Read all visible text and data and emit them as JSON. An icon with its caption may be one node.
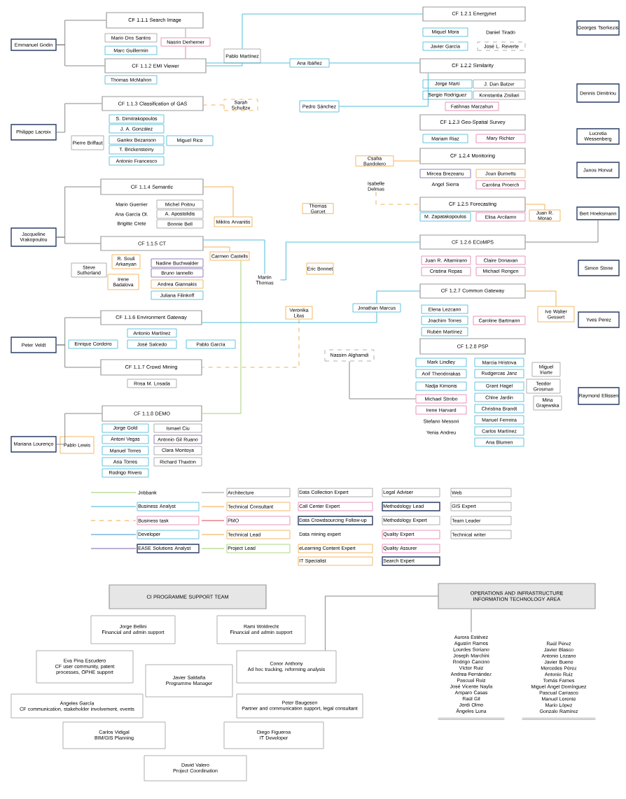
{
  "diagram": {
    "nodes": [
      {
        "text": [
          "Emmanuel Godin"
        ]
      },
      {
        "text": [
          "Philippe Lacroix"
        ]
      },
      {
        "text": [
          "Jacqueline Vrakopoulou"
        ]
      },
      {
        "text": [
          "Peter Veldt"
        ]
      },
      {
        "text": [
          "Mariana Lourenço"
        ]
      },
      {
        "text": [
          "Georges Tserkezis"
        ]
      },
      {
        "text": [
          "Dennis Dimitriou"
        ]
      },
      {
        "text": [
          "Lucretia Wessenberg"
        ]
      },
      {
        "text": [
          "Janos Horvat"
        ]
      },
      {
        "text": [
          "Bert Hoeksmann"
        ]
      },
      {
        "text": [
          "Simon Stone"
        ]
      },
      {
        "text": [
          "Yves Perez"
        ]
      },
      {
        "text": [
          "Raymond Ellissen"
        ]
      },
      {
        "text": [
          "CF 1.1.1 Search Image"
        ]
      },
      {
        "text": [
          "Mario Dos Santos"
        ]
      },
      {
        "text": [
          "Marc Guillermin"
        ]
      },
      {
        "text": [
          "Nasrin Derhemer"
        ]
      },
      {
        "text": [
          "CF 1.1.2 EMI Viewer"
        ]
      },
      {
        "text": [
          "Thomas McMahon"
        ]
      },
      {
        "text": [
          "CF 1.1.3 Classification of GAS"
        ]
      },
      {
        "text": [
          "S. Dimitrakopoulos"
        ]
      },
      {
        "text": [
          "J. A. González"
        ]
      },
      {
        "text": [
          "Ganlex Bezanson"
        ]
      },
      {
        "text": [
          "T. Brickensteiny"
        ]
      },
      {
        "text": [
          "Antonio Francesco"
        ]
      },
      {
        "text": [
          "Miguel Rico"
        ]
      },
      {
        "text": [
          "Pierre Briffaut"
        ]
      },
      {
        "text": [
          "CF 1.1.4 Semantic"
        ]
      },
      {
        "text": [
          "Mario Guerrier"
        ]
      },
      {
        "text": [
          "Michel Poitou"
        ]
      },
      {
        "text": [
          "Ana García Ol."
        ]
      },
      {
        "text": [
          "A. Apostolidis"
        ]
      },
      {
        "text": [
          "Brigitte Crete"
        ]
      },
      {
        "text": [
          "Bonnie Bell"
        ]
      },
      {
        "text": [
          "CF 1.1.5 CT"
        ]
      },
      {
        "text": [
          "R. Souli Arkanyan"
        ]
      },
      {
        "text": [
          "Steve Sutherland"
        ]
      },
      {
        "text": [
          "Irene Badalova"
        ]
      },
      {
        "text": [
          "Nadine Buchwalder"
        ]
      },
      {
        "text": [
          "Bruno Iannello"
        ]
      },
      {
        "text": [
          "Andrea Giannakis"
        ]
      },
      {
        "text": [
          "Juliana Filinkoff"
        ]
      },
      {
        "text": [
          "CF 1.1.6 Environment Gateway"
        ]
      },
      {
        "text": [
          "Antonio Martínez"
        ]
      },
      {
        "text": [
          "Enrique Cordeiro"
        ]
      },
      {
        "text": [
          "José Salcedo"
        ]
      },
      {
        "text": [
          "Pablo García"
        ]
      },
      {
        "text": [
          "CF 1.1.7 Crowd Mining"
        ]
      },
      {
        "text": [
          "Rosa M. Losada"
        ]
      },
      {
        "text": [
          "CF 1.1.8 DEMO"
        ]
      },
      {
        "text": [
          "Jorge Gold"
        ]
      },
      {
        "text": [
          "Antoni Vegas"
        ]
      },
      {
        "text": [
          "Manuel Torres"
        ]
      },
      {
        "text": [
          "Ana Torres"
        ]
      },
      {
        "text": [
          "Rodrigo Rivero"
        ]
      },
      {
        "text": [
          "Ismael Ciu"
        ]
      },
      {
        "text": [
          "Antonio Gil Ruano"
        ]
      },
      {
        "text": [
          "Clara Montoya"
        ]
      },
      {
        "text": [
          "Richard Thaxton"
        ]
      },
      {
        "text": [
          "Pablo Lewis"
        ]
      },
      {
        "text": [
          "Pablo Martínez"
        ]
      },
      {
        "text": [
          "Ana Ibáñez"
        ]
      },
      {
        "text": [
          "Sarah Schultze"
        ]
      },
      {
        "text": [
          "Pedro Sánchez"
        ]
      },
      {
        "text": [
          "Miklos Arvanitis"
        ]
      },
      {
        "text": [
          "Thomas Garcet"
        ]
      },
      {
        "text": [
          "Csaba Bandolero"
        ]
      },
      {
        "text": [
          "Isabelle Delmas"
        ]
      },
      {
        "text": [
          "Carmen Castells"
        ]
      },
      {
        "text": [
          "Martin Thomas"
        ]
      },
      {
        "text": [
          "Eric Bonnet"
        ]
      },
      {
        "text": [
          "Veronika Litas"
        ]
      },
      {
        "text": [
          "Jonathan Marcus"
        ]
      },
      {
        "text": [
          "Nassim Alghamdi"
        ]
      },
      {
        "text": [
          "CF 1.2.1 Energynet"
        ]
      },
      {
        "text": [
          "Miquel Mora"
        ]
      },
      {
        "text": [
          "Daniel Tirado"
        ]
      },
      {
        "text": [
          "Javier García"
        ]
      },
      {
        "text": [
          "José L. Reverte"
        ]
      },
      {
        "text": [
          "CF 1.2.2 Similarity"
        ]
      },
      {
        "text": [
          "Jorge Martí"
        ]
      },
      {
        "text": [
          "J. Dan Batzer"
        ]
      },
      {
        "text": [
          "Sergio Rodríguez"
        ]
      },
      {
        "text": [
          "Konstantia Zisiliari"
        ]
      },
      {
        "text": [
          "Fatihnas Marzahun"
        ]
      },
      {
        "text": [
          "CF 1.2.3 Geo-Spatial Survey"
        ]
      },
      {
        "text": [
          "Mariam Riaz"
        ]
      },
      {
        "text": [
          "Mary Richter"
        ]
      },
      {
        "text": [
          "CF 1.2.4 Monitoring"
        ]
      },
      {
        "text": [
          "Mircea Brezeanu"
        ]
      },
      {
        "text": [
          "Joan Burnetts"
        ]
      },
      {
        "text": [
          "Angel Sierra"
        ]
      },
      {
        "text": [
          "Carolina Proerch"
        ]
      },
      {
        "text": [
          "CF 1.2.5 Forecasting"
        ]
      },
      {
        "text": [
          "M. Zapatakopoulos"
        ]
      },
      {
        "text": [
          "Elisa Arcilamo"
        ]
      },
      {
        "text": [
          "Juan R. Morao"
        ]
      },
      {
        "text": [
          "CF 1.2.6 ECoMPS"
        ]
      },
      {
        "text": [
          "Juan R. Altamirano"
        ]
      },
      {
        "text": [
          "Claire Donavan"
        ]
      },
      {
        "text": [
          "Cristina Repas"
        ]
      },
      {
        "text": [
          "Michael Rengen"
        ]
      },
      {
        "text": [
          "CF 1.2.7 Common Gateway"
        ]
      },
      {
        "text": [
          "Elena Lezcano"
        ]
      },
      {
        "text": [
          "Joachim Torres"
        ]
      },
      {
        "text": [
          "Rubén Martínez"
        ]
      },
      {
        "text": [
          "Caroline Bartmann"
        ]
      },
      {
        "text": [
          "Ivo Walter Gessert"
        ]
      },
      {
        "text": [
          "CF 1.2.8 PSP"
        ]
      },
      {
        "text": [
          "Mark Lindley"
        ]
      },
      {
        "text": [
          "Aoif Theodorakas"
        ]
      },
      {
        "text": [
          "Nadja Kimonis"
        ]
      },
      {
        "text": [
          "Michael Strobo"
        ]
      },
      {
        "text": [
          "Irene Harvard"
        ]
      },
      {
        "text": [
          "Stefano Messori"
        ]
      },
      {
        "text": [
          "Yenia Andreu"
        ]
      },
      {
        "text": [
          "Marcia Hristova"
        ]
      },
      {
        "text": [
          "Rudgercas Janz"
        ]
      },
      {
        "text": [
          "Grant Hagel"
        ]
      },
      {
        "text": [
          "Chloe Jardin"
        ]
      },
      {
        "text": [
          "Christina Brandt"
        ]
      },
      {
        "text": [
          "Manuel Ferreira"
        ]
      },
      {
        "text": [
          "Carlos Martínez"
        ]
      },
      {
        "text": [
          "Ana Blumen"
        ]
      },
      {
        "text": [
          "Miguel Iriarte"
        ]
      },
      {
        "text": [
          "Teodor Grosman"
        ]
      },
      {
        "text": [
          "Mina Grajewska"
        ]
      },
      {
        "text": [
          "CI PROGRAMME SUPPORT TEAM"
        ]
      },
      {
        "text": [
          "Jorge Bellini",
          "Financial and admin support"
        ]
      },
      {
        "text": [
          "Rami Woldrecht",
          "Financial and admin support"
        ]
      },
      {
        "text": [
          "Eva Pina Escudero",
          "CF user community, patent processes, OPHE support"
        ]
      },
      {
        "text": [
          "Javier Saldaña",
          "Programme Manager"
        ]
      },
      {
        "text": [
          "Conor Anthony",
          "Ad hoc tracking, reforming analysis"
        ]
      },
      {
        "text": [
          "Ángeles García",
          "CF communication, stakeholder involvement, events"
        ]
      },
      {
        "text": [
          "Peter Baugesen",
          "Partner and communication support, legal consultant"
        ]
      },
      {
        "text": [
          "Carlos Vidigal",
          "BIM/GIS Planning"
        ]
      },
      {
        "text": [
          "Diego Figueroa",
          "IT Developer"
        ]
      },
      {
        "text": [
          "David Valero",
          "Project Coordination"
        ]
      },
      {
        "text": [
          "OPERATIONS AND INFRASTRUCTURE",
          "INFORMATION TECHNOLOGY AREA"
        ]
      },
      {
        "text": [
          "Aurora Estévez",
          "Agustín Ramos",
          "Lourdes Soriano",
          "Joseph Marchini",
          "Rodrigo Cancino",
          "Víctor Ruiz",
          "Andrea Fernández",
          "Pascual Ruiz",
          "José Vicente Nayla",
          "Amparo Casas",
          "Raúl Gil",
          "Jordi Olmo",
          "Ángeles Luna"
        ]
      },
      {
        "text": [
          "Raúl Pérez",
          "Javier Blasco",
          "Antonio Lozano",
          "Javier Bueno",
          "Mercedes Pérez",
          "Antonio Ruiz",
          "Tomás Farnes",
          "Miguel Ángel Domínguez",
          "Pascual Carrasco",
          "Manuel Lorente",
          "Mario López",
          "Gonzalo Ramírez"
        ]
      }
    ],
    "edges": [
      {
        "from": 0,
        "to": 13,
        "arrow": "none"
      },
      {
        "from": 0,
        "to": 17,
        "arrow": "none"
      },
      {
        "from": 1,
        "to": 19,
        "arrow": "none"
      },
      {
        "from": 2,
        "to": 27,
        "arrow": "none"
      },
      {
        "from": 2,
        "to": 34,
        "arrow": "none"
      },
      {
        "from": 3,
        "to": 42,
        "arrow": "none"
      },
      {
        "from": 3,
        "to": 47,
        "arrow": "none"
      },
      {
        "from": 4,
        "to": 49,
        "arrow": "none"
      },
      {
        "from": 9,
        "to": 97,
        "arrow": "none"
      },
      {
        "from": 60,
        "to": 17,
        "arrow": "none",
        "color": "#3cb4d6"
      },
      {
        "from": 60,
        "to": 74,
        "arrow": "none",
        "color": "#3cb4d6"
      },
      {
        "from": 61,
        "to": 17,
        "arrow": "none",
        "color": "#3cb4d6"
      },
      {
        "from": 61,
        "to": 79,
        "arrow": "none",
        "color": "#3cb4d6"
      },
      {
        "from": 63,
        "to": 79,
        "arrow": "none",
        "color": "#3cb4d6"
      },
      {
        "from": 62,
        "to": 19,
        "arrow": "none",
        "style": "dashed",
        "color": "#f0a640"
      },
      {
        "from": 69,
        "to": 34,
        "arrow": "none",
        "color": "#3cb4d6"
      },
      {
        "from": 69,
        "to": 97,
        "arrow": "none",
        "color": "#3cb4d6"
      },
      {
        "from": 68,
        "to": 34,
        "arrow": "none",
        "color": "#f0a640"
      },
      {
        "from": 68,
        "to": 49,
        "arrow": "none",
        "color": "#9ccc65"
      },
      {
        "from": 71,
        "to": 47,
        "arrow": "none",
        "style": "dashed",
        "color": "#f0a640"
      },
      {
        "from": 72,
        "to": 102,
        "arrow": "none",
        "color": "#3cb4d6"
      },
      {
        "from": 72,
        "to": 42,
        "arrow": "none",
        "color": "#3cb4d6"
      },
      {
        "from": 73,
        "to": 112,
        "arrow": "none"
      },
      {
        "from": 16,
        "to": 13,
        "arrow": "none",
        "color": "#e27aa6"
      },
      {
        "from": 16,
        "to": 17,
        "arrow": "none",
        "color": "#e27aa6"
      },
      {
        "from": 107,
        "to": 102,
        "arrow": "none",
        "color": "#f0a640"
      },
      {
        "from": 96,
        "to": 93,
        "arrow": "none",
        "color": "#f0a640"
      },
      {
        "from": 64,
        "to": 27,
        "arrow": "none",
        "color": "#f0a640"
      },
      {
        "from": 66,
        "to": 88,
        "arrow": "none",
        "color": "#f0a640"
      },
      {
        "from": 67,
        "to": 93,
        "arrow": "none",
        "style": "dashed",
        "color": "#f0a640"
      },
      {
        "from": 132,
        "to": 138,
        "arrow": "none"
      },
      {
        "from": 138,
        "to": 139,
        "arrow": "none"
      }
    ],
    "legend": [
      {
        "text": "Jobbank"
      },
      {
        "text": "Business Analyst"
      },
      {
        "text": "Business task"
      },
      {
        "text": "Developer"
      },
      {
        "text": "EASE Solutions Analyst"
      },
      {
        "text": "Architecture"
      },
      {
        "text": "Technical Consultant"
      },
      {
        "text": "PMO"
      },
      {
        "text": "Technical Lead"
      },
      {
        "text": "Project Lead"
      },
      {
        "text": "Data Collection Expert"
      },
      {
        "text": "Call Center Expert"
      },
      {
        "text": "Data Crowdsourcing Follow-up"
      },
      {
        "text": "Data mining expert"
      },
      {
        "text": "eLearning Content Expert"
      },
      {
        "text": "IT Specialist"
      },
      {
        "text": "Legal Adviser"
      },
      {
        "text": "Methodology Lead"
      },
      {
        "text": "Methodology Expert"
      },
      {
        "text": "Quality Expert"
      },
      {
        "text": "Quality Assurer"
      },
      {
        "text": "Search Expert"
      },
      {
        "text": "Web"
      },
      {
        "text": "GIS Expert"
      },
      {
        "text": "Team Leader"
      },
      {
        "text": "Technical writer"
      }
    ]
  }
}
